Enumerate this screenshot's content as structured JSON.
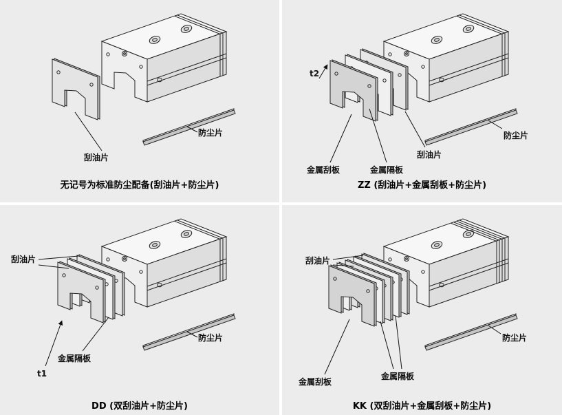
{
  "palette": {
    "background": "#ececec",
    "divider": "#ffffff",
    "line": "#222222"
  },
  "quadrants": [
    {
      "code": "",
      "caption": "无记号为标准防尘配备(刮油片+防尘片)",
      "labels": {
        "wiper": "刮油片",
        "dust_plate": "防尘片"
      }
    },
    {
      "code": "ZZ",
      "caption": "ZZ (刮油片+金属刮板+防尘片)",
      "labels": {
        "dim_t2": "t2",
        "metal_scraper": "金属刮板",
        "metal_spacer": "金属隔板",
        "wiper": "刮油片",
        "dust_plate": "防尘片"
      }
    },
    {
      "code": "DD",
      "caption": "DD (双刮油片+防尘片)",
      "labels": {
        "wiper": "刮油片",
        "metal_spacer": "金属隔板",
        "dim_t1": "t1",
        "dust_plate": "防尘片"
      }
    },
    {
      "code": "KK",
      "caption": "KK (双刮油片+金属刮板+防尘片)",
      "labels": {
        "wiper": "刮油片",
        "metal_scraper": "金属刮板",
        "metal_spacer": "金属隔板",
        "dust_plate": "防尘片"
      }
    }
  ]
}
